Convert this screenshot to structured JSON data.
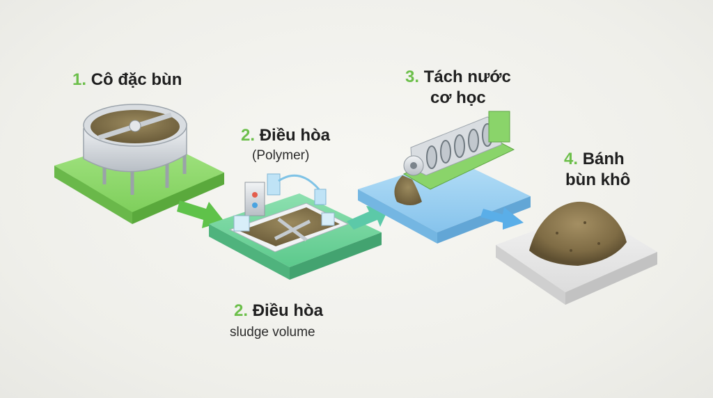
{
  "colors": {
    "step_number_green": "#6cbf4a",
    "pad1_green": "#8fd96a",
    "pad2_teal": "#6fd39a",
    "pad3_blue": "#8ccaf0",
    "pad4_gray": "#e6e6e6",
    "arrow_green": "#5fc24a",
    "arrow_teal": "#5cc9a8",
    "arrow_blue": "#5aaee8"
  },
  "steps": [
    {
      "number": "1.",
      "title": "Cô đặc bùn",
      "icon": "thickener-tank-icon"
    },
    {
      "number": "2.",
      "title": "Điều hòa",
      "subtitle": "(Polymer)",
      "icon": "polymer-mixing-tank-icon"
    },
    {
      "number": "3.",
      "title_line1": "Tách nước",
      "title_line2": "cơ học",
      "icon": "screw-press-icon"
    },
    {
      "number": "4.",
      "title_line1": "Bánh",
      "title_line2": "bùn khô",
      "icon": "dry-sludge-cake-icon"
    }
  ],
  "bottom_label": {
    "number": "2.",
    "title": "Điều hòa",
    "subtitle": "sludge volume"
  }
}
